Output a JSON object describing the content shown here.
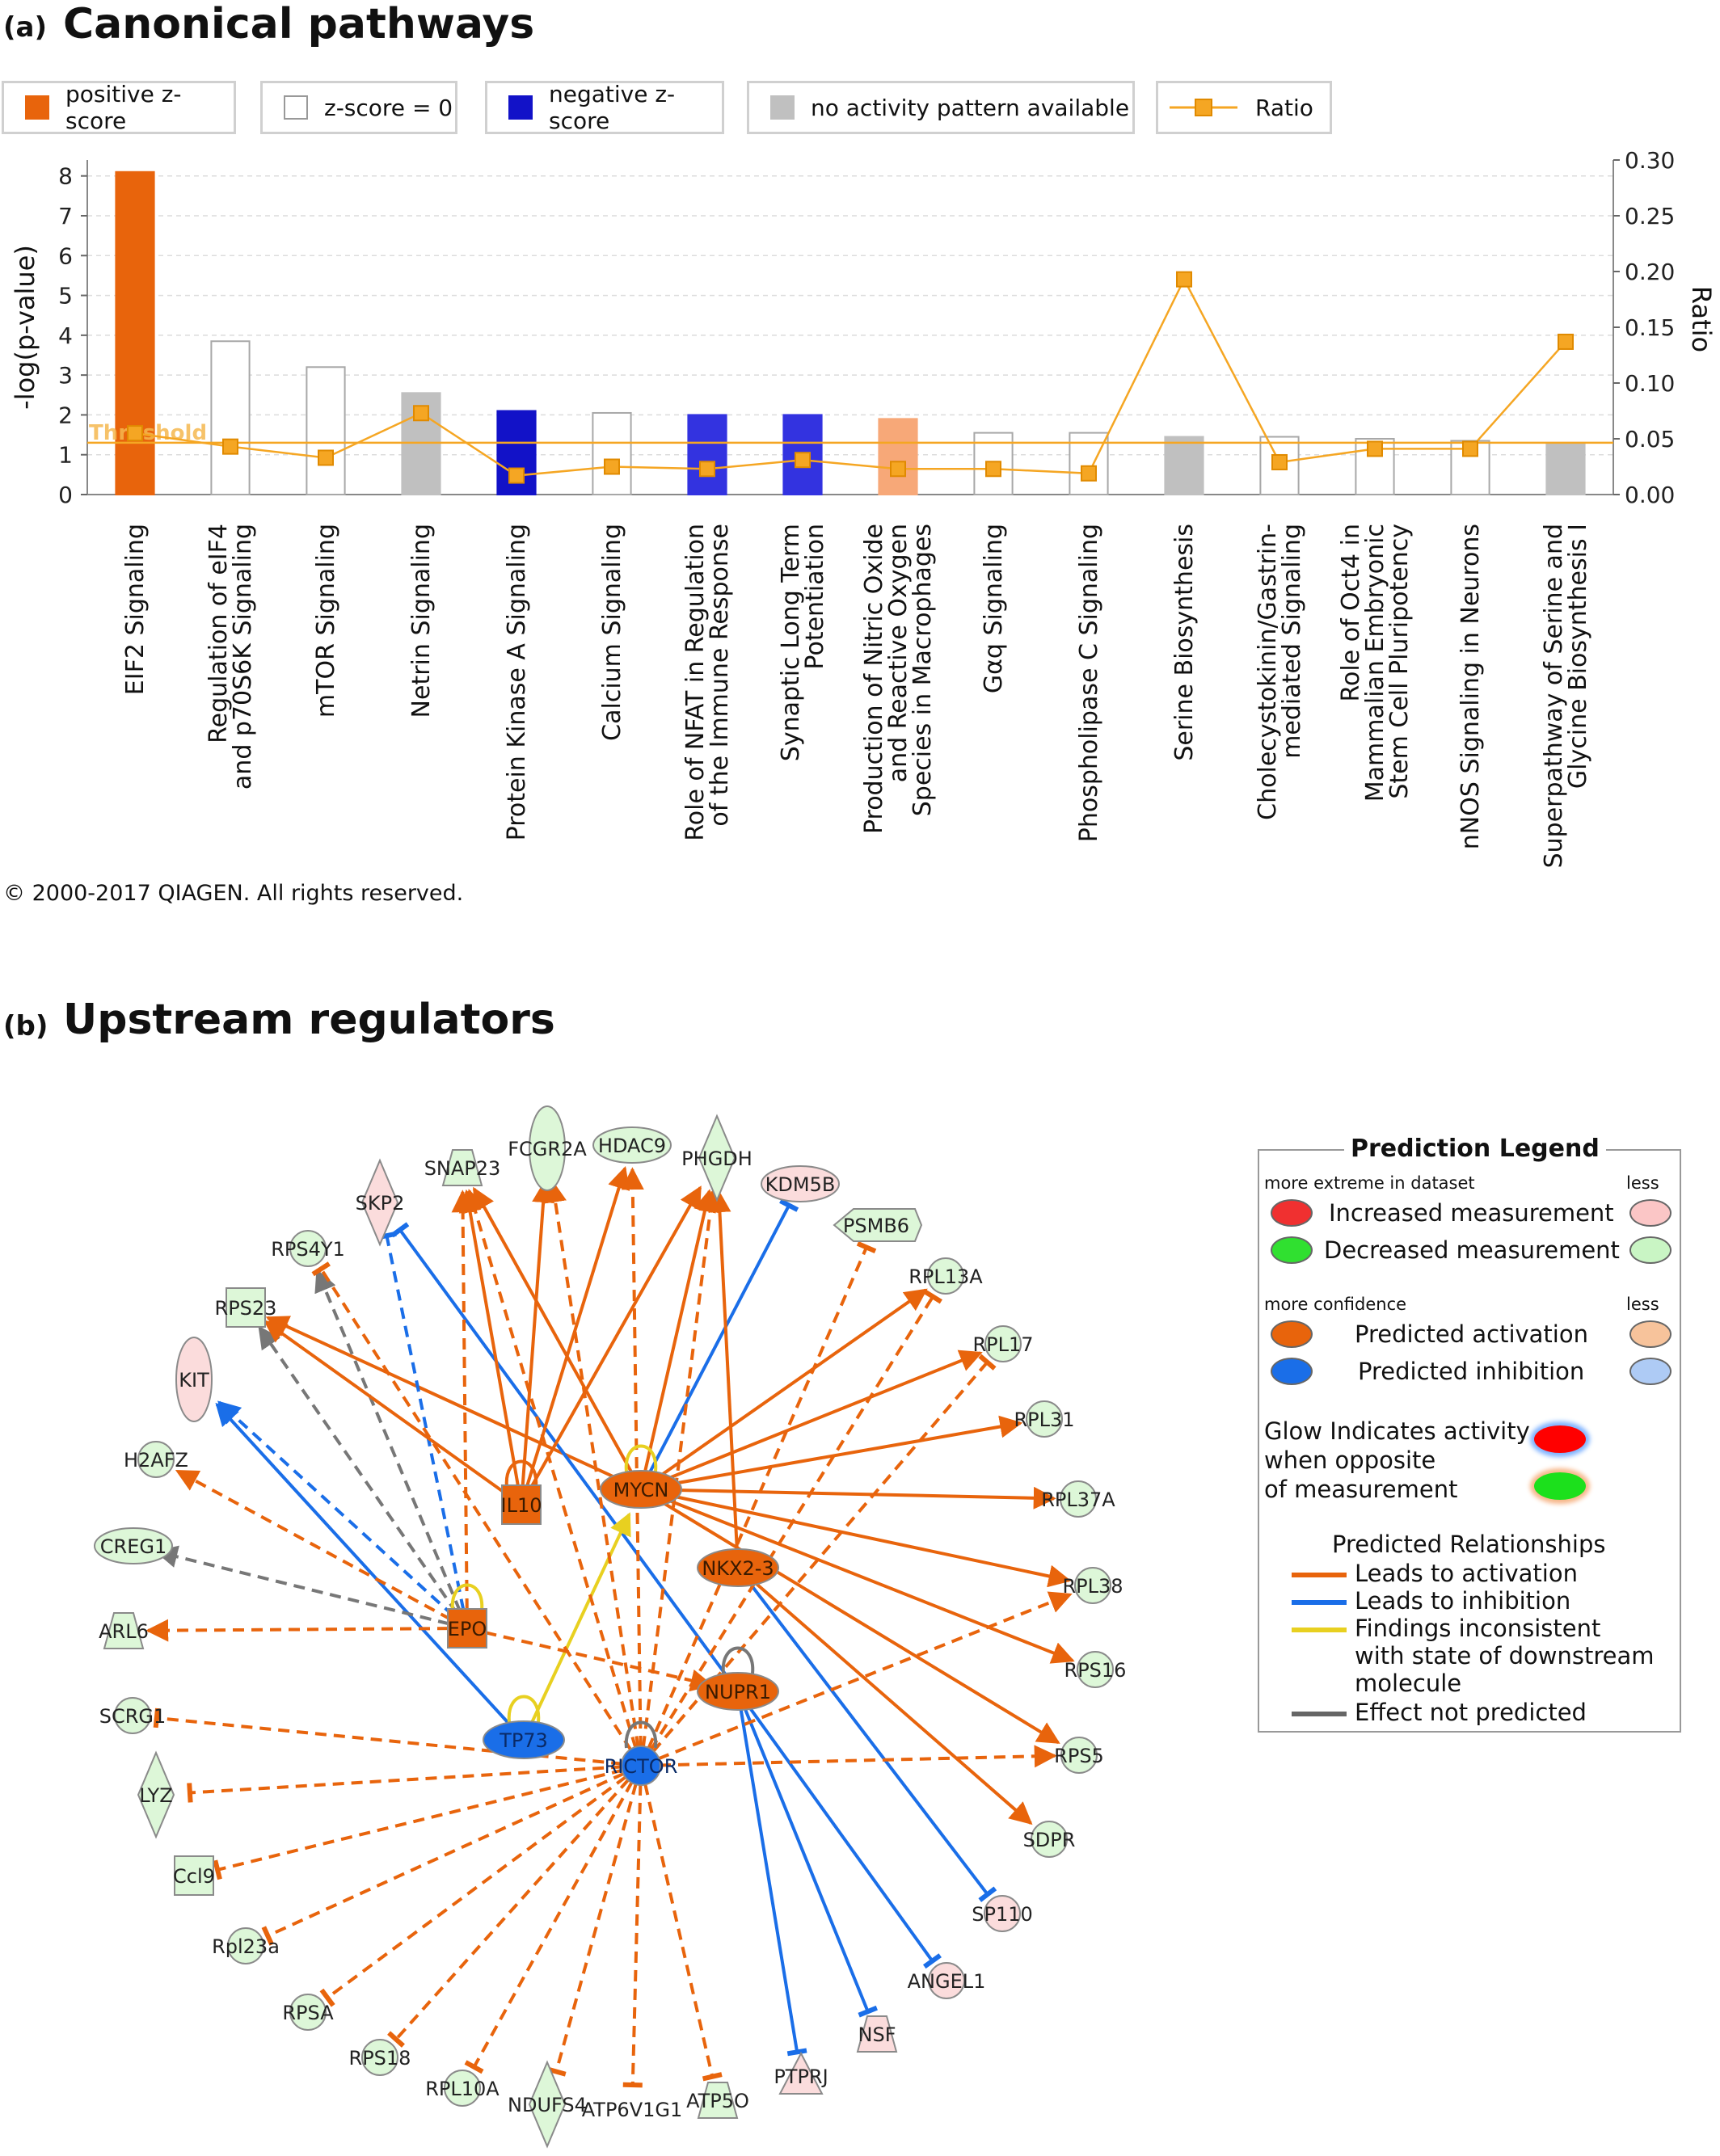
{
  "panel_a": {
    "tag": "(a)",
    "title": "Canonical pathways",
    "legend": [
      {
        "label": "positive z-score",
        "color": "#e8640c"
      },
      {
        "label": "z-score = 0",
        "color": "#ffffff"
      },
      {
        "label": "negative z-score",
        "color": "#1212c8"
      },
      {
        "label": "no activity pattern available",
        "color": "#c0c0c0"
      },
      {
        "label": "Ratio",
        "color": "#f5a623"
      }
    ],
    "copyright": "© 2000-2017 QIAGEN. All rights reserved."
  },
  "chart_data": {
    "type": "bar",
    "categories": [
      "EIF2 Signaling",
      "Regulation of eIF4 and p70S6K Signaling",
      "mTOR Signaling",
      "Netrin Signaling",
      "Protein Kinase A Signaling",
      "Calcium Signaling",
      "Role of NFAT in Regulation of the Immune Response",
      "Synaptic Long Term Potentiation",
      "Production of Nitric Oxide and Reactive Oxygen Species in Macrophages",
      "Gαq Signaling",
      "Phospholipase C Signaling",
      "Serine Biosynthesis",
      "Cholecystokinin/Gastrin-mediated Signaling",
      "Role of Oct4 in Mammalian Embryonic Stem Cell Pluripotency",
      "nNOS Signaling in Neurons",
      "Superpathway of Serine and Glycine Biosynthesis I"
    ],
    "category_lines": [
      [
        "EIF2 Signaling"
      ],
      [
        "Regulation of eIF4",
        "and p70S6K Signaling"
      ],
      [
        "mTOR Signaling"
      ],
      [
        "Netrin Signaling"
      ],
      [
        "Protein Kinase A Signaling"
      ],
      [
        "Calcium Signaling"
      ],
      [
        "Role of NFAT in Regulation",
        "of the Immune Response"
      ],
      [
        "Synaptic Long Term",
        "Potentiation"
      ],
      [
        "Production of Nitric Oxide",
        "and Reactive Oxygen",
        "Species in Macrophages"
      ],
      [
        "Gαq Signaling"
      ],
      [
        "Phospholipase C Signaling"
      ],
      [
        "Serine Biosynthesis"
      ],
      [
        "Cholecystokinin/Gastrin-",
        "mediated Signaling"
      ],
      [
        "Role of Oct4 in",
        "Mammalian Embryonic",
        "Stem Cell Pluripotency"
      ],
      [
        "nNOS Signaling in Neurons"
      ],
      [
        "Superpathway of Serine and",
        "Glycine Biosynthesis I"
      ]
    ],
    "series": [
      {
        "name": "-log(p-value)",
        "values": [
          8.1,
          3.85,
          3.2,
          2.55,
          2.1,
          2.05,
          2.0,
          2.0,
          1.9,
          1.55,
          1.55,
          1.45,
          1.45,
          1.4,
          1.35,
          1.3
        ],
        "colors": [
          "#e8640c",
          "#ffffff",
          "#ffffff",
          "#c0c0c0",
          "#1212c8",
          "#ffffff",
          "#3333e0",
          "#3333e0",
          "#f7a878",
          "#ffffff",
          "#ffffff",
          "#c0c0c0",
          "#ffffff",
          "#ffffff",
          "#ffffff",
          "#c0c0c0"
        ]
      },
      {
        "name": "Ratio",
        "values": [
          0.055,
          0.043,
          0.033,
          0.073,
          0.017,
          0.025,
          0.023,
          0.031,
          0.023,
          0.023,
          0.019,
          0.193,
          0.029,
          0.041,
          0.041,
          0.137
        ]
      }
    ],
    "threshold": {
      "label": "Threshold",
      "value": 1.3
    },
    "ylabel": "-log(p-value)",
    "y2label": "Ratio",
    "ylim": [
      0,
      8.4
    ],
    "y2lim": [
      0,
      0.3
    ],
    "yticks": [
      0,
      1,
      2,
      3,
      4,
      5,
      6,
      7,
      8
    ],
    "y2ticks": [
      "0.00",
      "0.05",
      "0.10",
      "0.15",
      "0.20",
      "0.25",
      "0.30"
    ],
    "grid": true
  },
  "panel_b": {
    "tag": "(b)",
    "title": "Upstream regulators"
  },
  "network": {
    "nodes": [
      {
        "id": "MYCN",
        "label": "MYCN",
        "shape": "ellipse",
        "fill": "#e8640c"
      },
      {
        "id": "NKX23",
        "label": "NKX2-3",
        "shape": "ellipse",
        "fill": "#e8640c"
      },
      {
        "id": "NUPR1",
        "label": "NUPR1",
        "shape": "ellipse",
        "fill": "#e8640c"
      },
      {
        "id": "IL10",
        "label": "IL10",
        "shape": "square",
        "fill": "#e8640c"
      },
      {
        "id": "EPO",
        "label": "EPO",
        "shape": "square",
        "fill": "#e8640c"
      },
      {
        "id": "TP73",
        "label": "TP73",
        "shape": "ellipse",
        "fill": "#1a6ee8"
      },
      {
        "id": "RICTOR",
        "label": "RICTOR",
        "shape": "circle",
        "fill": "#1a6ee8"
      },
      {
        "id": "SNAP23",
        "label": "SNAP23",
        "shape": "trapezoid",
        "fill": "#ddf7d8"
      },
      {
        "id": "FCGR2A",
        "label": "FCGR2A",
        "shape": "tall-ellipse",
        "fill": "#ddf7d8"
      },
      {
        "id": "HDAC9",
        "label": "HDAC9",
        "shape": "ellipse",
        "fill": "#ddf7d8"
      },
      {
        "id": "PHGDH",
        "label": "PHGDH",
        "shape": "diamond",
        "fill": "#ddf7d8"
      },
      {
        "id": "KDM5B",
        "label": "KDM5B",
        "shape": "ellipse",
        "fill": "#fbdcdc"
      },
      {
        "id": "PSMB6",
        "label": "PSMB6",
        "shape": "flat-diamond",
        "fill": "#ddf7d8"
      },
      {
        "id": "RPL13A",
        "label": "RPL13A",
        "shape": "circle",
        "fill": "#ddf7d8"
      },
      {
        "id": "RPL17",
        "label": "RPL17",
        "shape": "circle",
        "fill": "#ddf7d8"
      },
      {
        "id": "RPL31",
        "label": "RPL31",
        "shape": "circle",
        "fill": "#ddf7d8"
      },
      {
        "id": "RPL37A",
        "label": "RPL37A",
        "shape": "circle",
        "fill": "#ddf7d8"
      },
      {
        "id": "RPL38",
        "label": "RPL38",
        "shape": "circle",
        "fill": "#ddf7d8"
      },
      {
        "id": "RPS16",
        "label": "RPS16",
        "shape": "circle",
        "fill": "#ddf7d8"
      },
      {
        "id": "RPS5",
        "label": "RPS5",
        "shape": "circle",
        "fill": "#ddf7d8"
      },
      {
        "id": "SDPR",
        "label": "SDPR",
        "shape": "circle",
        "fill": "#ddf7d8"
      },
      {
        "id": "SP110",
        "label": "SP110",
        "shape": "circle",
        "fill": "#fbdcdc"
      },
      {
        "id": "ANGEL1",
        "label": "ANGEL1",
        "shape": "circle",
        "fill": "#fbdcdc"
      },
      {
        "id": "NSF",
        "label": "NSF",
        "shape": "trapezoid",
        "fill": "#fbdcdc"
      },
      {
        "id": "PTPRJ",
        "label": "PTPRJ",
        "shape": "triangle",
        "fill": "#fbdcdc"
      },
      {
        "id": "ATP5O",
        "label": "ATP5O",
        "shape": "trapezoid",
        "fill": "#ddf7d8"
      },
      {
        "id": "ATP6V1G1",
        "label": "ATP6V1G1",
        "shape": "none",
        "fill": "#ddf7d8"
      },
      {
        "id": "NDUFS4",
        "label": "NDUFS4",
        "shape": "diamond",
        "fill": "#ddf7d8"
      },
      {
        "id": "RPL10A",
        "label": "RPL10A",
        "shape": "circle",
        "fill": "#ddf7d8"
      },
      {
        "id": "RPS18",
        "label": "RPS18",
        "shape": "circle",
        "fill": "#ddf7d8"
      },
      {
        "id": "RPSA",
        "label": "RPSA",
        "shape": "circle",
        "fill": "#ddf7d8"
      },
      {
        "id": "Rpl23a",
        "label": "Rpl23a",
        "shape": "circle",
        "fill": "#ddf7d8"
      },
      {
        "id": "Ccl9",
        "label": "Ccl9",
        "shape": "square",
        "fill": "#ddf7d8"
      },
      {
        "id": "LYZ",
        "label": "LYZ",
        "shape": "diamond",
        "fill": "#ddf7d8"
      },
      {
        "id": "SCRG1",
        "label": "SCRG1",
        "shape": "circle",
        "fill": "#ddf7d8"
      },
      {
        "id": "ARL6",
        "label": "ARL6",
        "shape": "trapezoid",
        "fill": "#ddf7d8"
      },
      {
        "id": "CREG1",
        "label": "CREG1",
        "shape": "ellipse",
        "fill": "#ddf7d8"
      },
      {
        "id": "H2AFZ",
        "label": "H2AFZ",
        "shape": "circle",
        "fill": "#ddf7d8"
      },
      {
        "id": "KIT",
        "label": "KIT",
        "shape": "tall-ellipse",
        "fill": "#fbdcdc"
      },
      {
        "id": "RPS23",
        "label": "RPS23",
        "shape": "square",
        "fill": "#ddf7d8"
      },
      {
        "id": "RPS4Y1",
        "label": "RPS4Y1",
        "shape": "circle",
        "fill": "#ddf7d8"
      },
      {
        "id": "SKP2",
        "label": "SKP2",
        "shape": "diamond",
        "fill": "#fbdcdc"
      }
    ],
    "edges": [
      {
        "from": "MYCN",
        "to": "SNAP23",
        "type": "activation",
        "style": "solid",
        "head": "arrow"
      },
      {
        "from": "MYCN",
        "to": "RPS23",
        "type": "activation",
        "style": "solid",
        "head": "arrow"
      },
      {
        "from": "MYCN",
        "to": "PHGDH",
        "type": "activation",
        "style": "solid",
        "head": "arrow"
      },
      {
        "from": "MYCN",
        "to": "RPL17",
        "type": "activation",
        "style": "solid",
        "head": "arrow"
      },
      {
        "from": "MYCN",
        "to": "RPL31",
        "type": "activation",
        "style": "solid",
        "head": "arrow"
      },
      {
        "from": "MYCN",
        "to": "RPL37A",
        "type": "activation",
        "style": "solid",
        "head": "arrow"
      },
      {
        "from": "MYCN",
        "to": "RPL38",
        "type": "activation",
        "style": "solid",
        "head": "arrow"
      },
      {
        "from": "MYCN",
        "to": "RPS16",
        "type": "activation",
        "style": "solid",
        "head": "arrow"
      },
      {
        "from": "MYCN",
        "to": "RPS5",
        "type": "activation",
        "style": "solid",
        "head": "arrow"
      },
      {
        "from": "MYCN",
        "to": "RPL13A",
        "type": "activation",
        "style": "solid",
        "head": "arrow"
      },
      {
        "from": "MYCN",
        "to": "KDM5B",
        "type": "inhibition",
        "style": "solid",
        "head": "bar"
      },
      {
        "from": "NKX23",
        "to": "PHGDH",
        "type": "activation",
        "style": "solid",
        "head": "arrow"
      },
      {
        "from": "NKX23",
        "to": "SDPR",
        "type": "activation",
        "style": "solid",
        "head": "arrow"
      },
      {
        "from": "NKX23",
        "to": "SP110",
        "type": "inhibition",
        "style": "solid",
        "head": "bar"
      },
      {
        "from": "NUPR1",
        "to": "ANGEL1",
        "type": "inhibition",
        "style": "solid",
        "head": "bar"
      },
      {
        "from": "NUPR1",
        "to": "NSF",
        "type": "inhibition",
        "style": "solid",
        "head": "bar"
      },
      {
        "from": "NUPR1",
        "to": "PTPRJ",
        "type": "inhibition",
        "style": "solid",
        "head": "bar"
      },
      {
        "from": "TP73",
        "to": "KIT",
        "type": "inhibition",
        "style": "solid",
        "head": "arrow"
      },
      {
        "from": "NUPR1",
        "to": "SKP2",
        "type": "inhibition",
        "style": "solid",
        "head": "bar"
      },
      {
        "from": "TP73",
        "to": "MYCN",
        "type": "inconsistent",
        "style": "solid",
        "head": "arrow"
      },
      {
        "from": "EPO",
        "to": "KIT",
        "type": "inhibition",
        "style": "dashed",
        "head": "arrow"
      },
      {
        "from": "EPO",
        "to": "SKP2",
        "type": "inhibition",
        "style": "dashed",
        "head": "bar"
      },
      {
        "from": "EPO",
        "to": "RPS4Y1",
        "type": "not-predicted",
        "style": "dashed",
        "head": "arrow"
      },
      {
        "from": "EPO",
        "to": "RPS23",
        "type": "not-predicted",
        "style": "dashed",
        "head": "arrow"
      },
      {
        "from": "EPO",
        "to": "CREG1",
        "type": "not-predicted",
        "style": "dashed",
        "head": "arrow"
      },
      {
        "from": "EPO",
        "to": "H2AFZ",
        "type": "activation",
        "style": "dashed",
        "head": "arrow"
      },
      {
        "from": "EPO",
        "to": "ARL6",
        "type": "activation",
        "style": "dashed",
        "head": "arrow"
      },
      {
        "from": "EPO",
        "to": "SNAP23",
        "type": "activation",
        "style": "dashed",
        "head": "arrow"
      },
      {
        "from": "EPO",
        "to": "NUPR1",
        "type": "activation",
        "style": "dashed",
        "head": "arrow"
      },
      {
        "from": "IL10",
        "to": "SNAP23",
        "type": "activation",
        "style": "solid",
        "head": "arrow"
      },
      {
        "from": "IL10",
        "to": "FCGR2A",
        "type": "activation",
        "style": "solid",
        "head": "arrow"
      },
      {
        "from": "IL10",
        "to": "HDAC9",
        "type": "activation",
        "style": "solid",
        "head": "arrow"
      },
      {
        "from": "IL10",
        "to": "PHGDH",
        "type": "activation",
        "style": "solid",
        "head": "arrow"
      },
      {
        "from": "IL10",
        "to": "RPS23",
        "type": "activation",
        "style": "solid",
        "head": "arrow"
      },
      {
        "from": "RICTOR",
        "to": "FCGR2A",
        "type": "activation",
        "style": "dashed",
        "head": "arrow"
      },
      {
        "from": "RICTOR",
        "to": "HDAC9",
        "type": "activation",
        "style": "dashed",
        "head": "arrow"
      },
      {
        "from": "RICTOR",
        "to": "PHGDH",
        "type": "activation",
        "style": "dashed",
        "head": "arrow"
      },
      {
        "from": "RICTOR",
        "to": "PSMB6",
        "type": "activation",
        "style": "dashed",
        "head": "bar"
      },
      {
        "from": "RICTOR",
        "to": "RPL13A",
        "type": "activation",
        "style": "dashed",
        "head": "bar"
      },
      {
        "from": "RICTOR",
        "to": "RPL17",
        "type": "activation",
        "style": "dashed",
        "head": "bar"
      },
      {
        "from": "RICTOR",
        "to": "RPL38",
        "type": "activation",
        "style": "dashed",
        "head": "arrow"
      },
      {
        "from": "RICTOR",
        "to": "RPS5",
        "type": "activation",
        "style": "dashed",
        "head": "arrow"
      },
      {
        "from": "RICTOR",
        "to": "RPS4Y1",
        "type": "activation",
        "style": "dashed",
        "head": "bar"
      },
      {
        "from": "RICTOR",
        "to": "SCRG1",
        "type": "activation",
        "style": "dashed",
        "head": "bar"
      },
      {
        "from": "RICTOR",
        "to": "LYZ",
        "type": "activation",
        "style": "dashed",
        "head": "bar"
      },
      {
        "from": "RICTOR",
        "to": "Ccl9",
        "type": "activation",
        "style": "dashed",
        "head": "bar"
      },
      {
        "from": "RICTOR",
        "to": "Rpl23a",
        "type": "activation",
        "style": "dashed",
        "head": "bar"
      },
      {
        "from": "RICTOR",
        "to": "RPSA",
        "type": "activation",
        "style": "dashed",
        "head": "bar"
      },
      {
        "from": "RICTOR",
        "to": "RPS18",
        "type": "activation",
        "style": "dashed",
        "head": "bar"
      },
      {
        "from": "RICTOR",
        "to": "RPL10A",
        "type": "activation",
        "style": "dashed",
        "head": "bar"
      },
      {
        "from": "RICTOR",
        "to": "NDUFS4",
        "type": "activation",
        "style": "dashed",
        "head": "bar"
      },
      {
        "from": "RICTOR",
        "to": "ATP6V1G1",
        "type": "activation",
        "style": "dashed",
        "head": "bar"
      },
      {
        "from": "RICTOR",
        "to": "ATP5O",
        "type": "activation",
        "style": "dashed",
        "head": "bar"
      },
      {
        "from": "RICTOR",
        "to": "SNAP23",
        "type": "activation",
        "style": "dashed",
        "head": "arrow"
      }
    ],
    "self_loops": [
      {
        "node": "MYCN",
        "type": "inconsistent"
      },
      {
        "node": "IL10",
        "type": "activation"
      },
      {
        "node": "EPO",
        "type": "inconsistent"
      },
      {
        "node": "TP73",
        "type": "inconsistent"
      },
      {
        "node": "NUPR1",
        "type": "not-predicted"
      },
      {
        "node": "RICTOR",
        "type": "not-predicted"
      }
    ],
    "edge_colors": {
      "activation": "#e8640c",
      "inhibition": "#1a6ee8",
      "inconsistent": "#e8d020",
      "not-predicted": "#777777"
    }
  },
  "prediction_legend": {
    "title": "Prediction Legend",
    "more_extreme": "more extreme in dataset",
    "less1": "less",
    "increased": "Increased measurement",
    "decreased": "Decreased measurement",
    "more_confidence": "more confidence",
    "less2": "less",
    "pred_activation": "Predicted activation",
    "pred_inhibition": "Predicted inhibition",
    "glow_1": "Glow Indicates activity",
    "glow_2": "when opposite",
    "glow_3": "of measurement",
    "relationships_title": "Predicted Relationships",
    "rel_activation": "Leads to activation",
    "rel_inhibition": "Leads to inhibition",
    "rel_inconsistent_1": "Findings inconsistent",
    "rel_inconsistent_2": "with state of downstream",
    "rel_inconsistent_3": "molecule",
    "rel_not_predicted": "Effect not predicted"
  }
}
